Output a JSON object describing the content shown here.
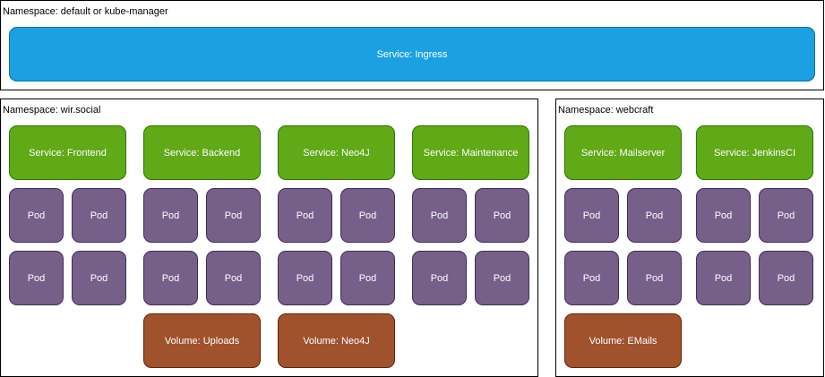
{
  "colors": {
    "ingress": "#1ba1e2",
    "service": "#60a917",
    "pod": "#76608a",
    "volume": "#a0522d"
  },
  "namespaces": [
    {
      "label": "Namespace: default or kube-manager",
      "services": [
        {
          "label": "Service: Ingress"
        }
      ]
    },
    {
      "label": "Namespace: wir.social",
      "services": [
        {
          "label": "Service: Frontend"
        },
        {
          "label": "Service: Backend"
        },
        {
          "label": "Service: Neo4J"
        },
        {
          "label": "Service: Maintenance"
        }
      ],
      "volumes": [
        {
          "label": "Volume: Uploads"
        },
        {
          "label": "Volume: Neo4J"
        }
      ]
    },
    {
      "label": "Namespace: webcraft",
      "services": [
        {
          "label": "Service: Mailserver"
        },
        {
          "label": "Service: JenkinsCI"
        }
      ],
      "volumes": [
        {
          "label": "Volume: EMails"
        }
      ]
    }
  ],
  "pod_label": "Pod"
}
